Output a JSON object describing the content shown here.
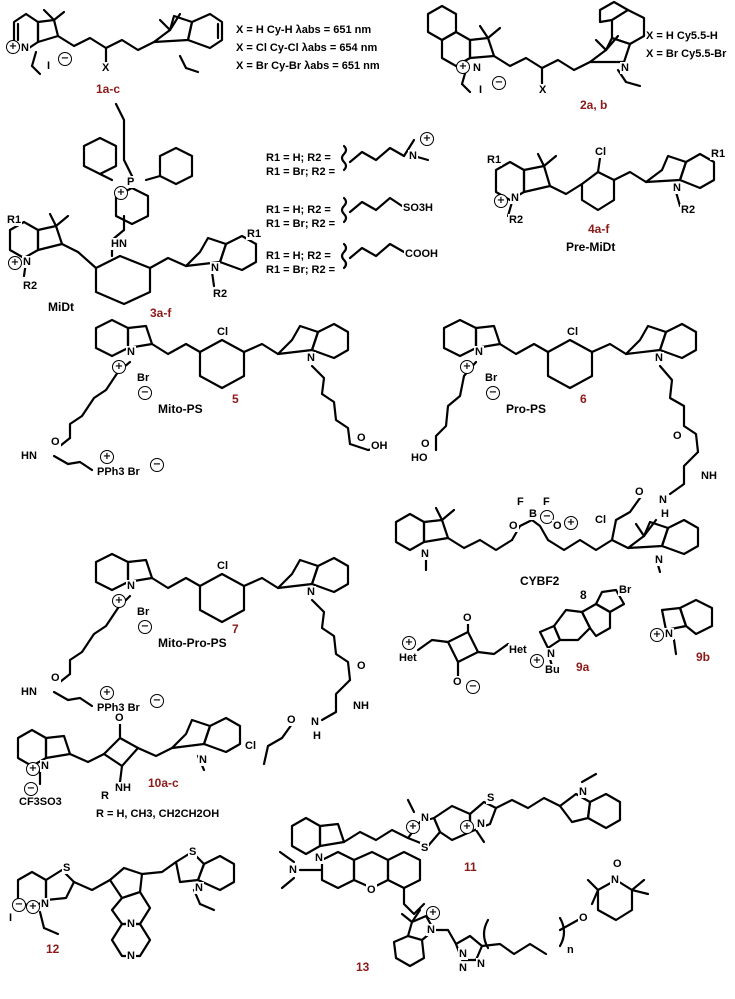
{
  "colors": {
    "compound_id": "#8b1a1a",
    "ink": "#000000"
  },
  "compounds": {
    "c1": {
      "id": "1a-c",
      "rows": [
        "X = H    Cy-H    λabs = 651 nm",
        "X = Cl   Cy-Cl   λabs = 654 nm",
        "X = Br   Cy-Br   λabs = 651 nm"
      ],
      "atoms": [
        "N",
        "I",
        "X"
      ]
    },
    "c2": {
      "id": "2a, b",
      "rows": [
        "X = H    Cy5.5-H",
        "X = Br   Cy5.5-Br"
      ],
      "atoms": [
        "N",
        "I",
        "X",
        "N"
      ]
    },
    "c3": {
      "id": "3a-f",
      "name": "MiDt",
      "atoms": [
        "P",
        "HN",
        "R1",
        "R1",
        "N",
        "R2",
        "N",
        "R2"
      ],
      "r_defs": [
        "R1 = H;  R2 =",
        "R1 = Br; R2 =",
        "R1 = H;  R2 =",
        "R1 = Br; R2 =",
        "R1 = H;  R2 =",
        "R1 = Br; R2 ="
      ],
      "r_groups": [
        "N",
        "SO3H",
        "COOH"
      ]
    },
    "c4": {
      "id": "4a-f",
      "name": "Pre-MiDt",
      "atoms": [
        "R1",
        "Cl",
        "R1",
        "N",
        "R2",
        "N",
        "R2"
      ]
    },
    "c5": {
      "id": "5",
      "name": "Mito-PS",
      "atoms": [
        "Cl",
        "N",
        "Br",
        "N",
        "O",
        "HN",
        "PPh3  Br",
        "O",
        "OH"
      ]
    },
    "c6": {
      "id": "6",
      "name": "Pro-PS",
      "atoms": [
        "Cl",
        "N",
        "Br",
        "N",
        "O",
        "HO",
        "O",
        "NH",
        "O",
        "Cl",
        "N",
        "H"
      ]
    },
    "c7": {
      "id": "7",
      "name": "Mito-Pro-PS",
      "atoms": [
        "Cl",
        "N",
        "Br",
        "N",
        "O",
        "HN",
        "PPh3  Br",
        "O",
        "NH",
        "O",
        "Cl",
        "N",
        "H"
      ]
    },
    "c8": {
      "id": "8",
      "name": "CYBF2",
      "atoms": [
        "F",
        "F",
        "B",
        "O",
        "O",
        "N",
        "N"
      ]
    },
    "c9": {
      "id_a": "9a",
      "id_b": "9b",
      "atoms": [
        "Het",
        "Het",
        "O",
        "O",
        "Br",
        "N",
        "Bu",
        "N"
      ]
    },
    "c10": {
      "id": "10a-c",
      "substituents": "R = H, CH3, CH2CH2OH",
      "atoms": [
        "O",
        "N",
        "CF3SO3",
        "NH",
        "R",
        "N"
      ]
    },
    "c11": {
      "id": "11",
      "atoms": [
        "N",
        "S",
        "N",
        "S",
        "N",
        "N"
      ]
    },
    "c12": {
      "id": "12",
      "atoms": [
        "S",
        "N",
        "I",
        "S",
        "N",
        "N",
        "N"
      ]
    },
    "c13": {
      "id": "13",
      "atoms": [
        "N",
        "O",
        "N",
        "N",
        "N",
        "N",
        "n",
        "O",
        "N",
        "O"
      ]
    }
  }
}
